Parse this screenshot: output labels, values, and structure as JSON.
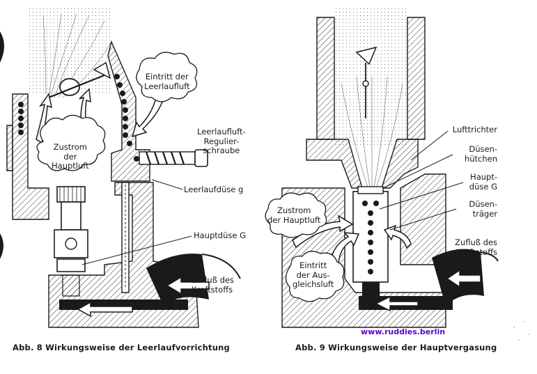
{
  "figure8": {
    "labels": {
      "eintritt": "Eintritt der\nLeerlaufluft",
      "leerlaufluft_schraube": "Leerlaufluft-\nRegulier-\nschraube",
      "zustrom": "Zustrom\nder\nHauptluft",
      "leerlaufduese": "Leerlaufdüse g",
      "hauptduese": "Hauptdüse G",
      "zufluss": "Zufluß des\nKraftstoffs"
    },
    "caption": "Abb. 8   Wirkungsweise der Leerlaufvorrichtung"
  },
  "figure9": {
    "labels": {
      "lufttrichter": "Lufttrichter",
      "duesenhuetchen": "Düsen-\nhütchen",
      "hauptduese": "Haupt-\ndüse G",
      "duesentraeger": "Düsen-\nträger",
      "zustrom": "Zustrom\nder Hauptluft",
      "zufluss": "Zufluß des\nKraftstoffs",
      "eintritt": "Eintritt\nder Aus-\ngleichsluft"
    },
    "caption": "Abb. 9   Wirkungsweise der Hauptvergasung"
  },
  "watermark": "www.ruddies.berlin"
}
